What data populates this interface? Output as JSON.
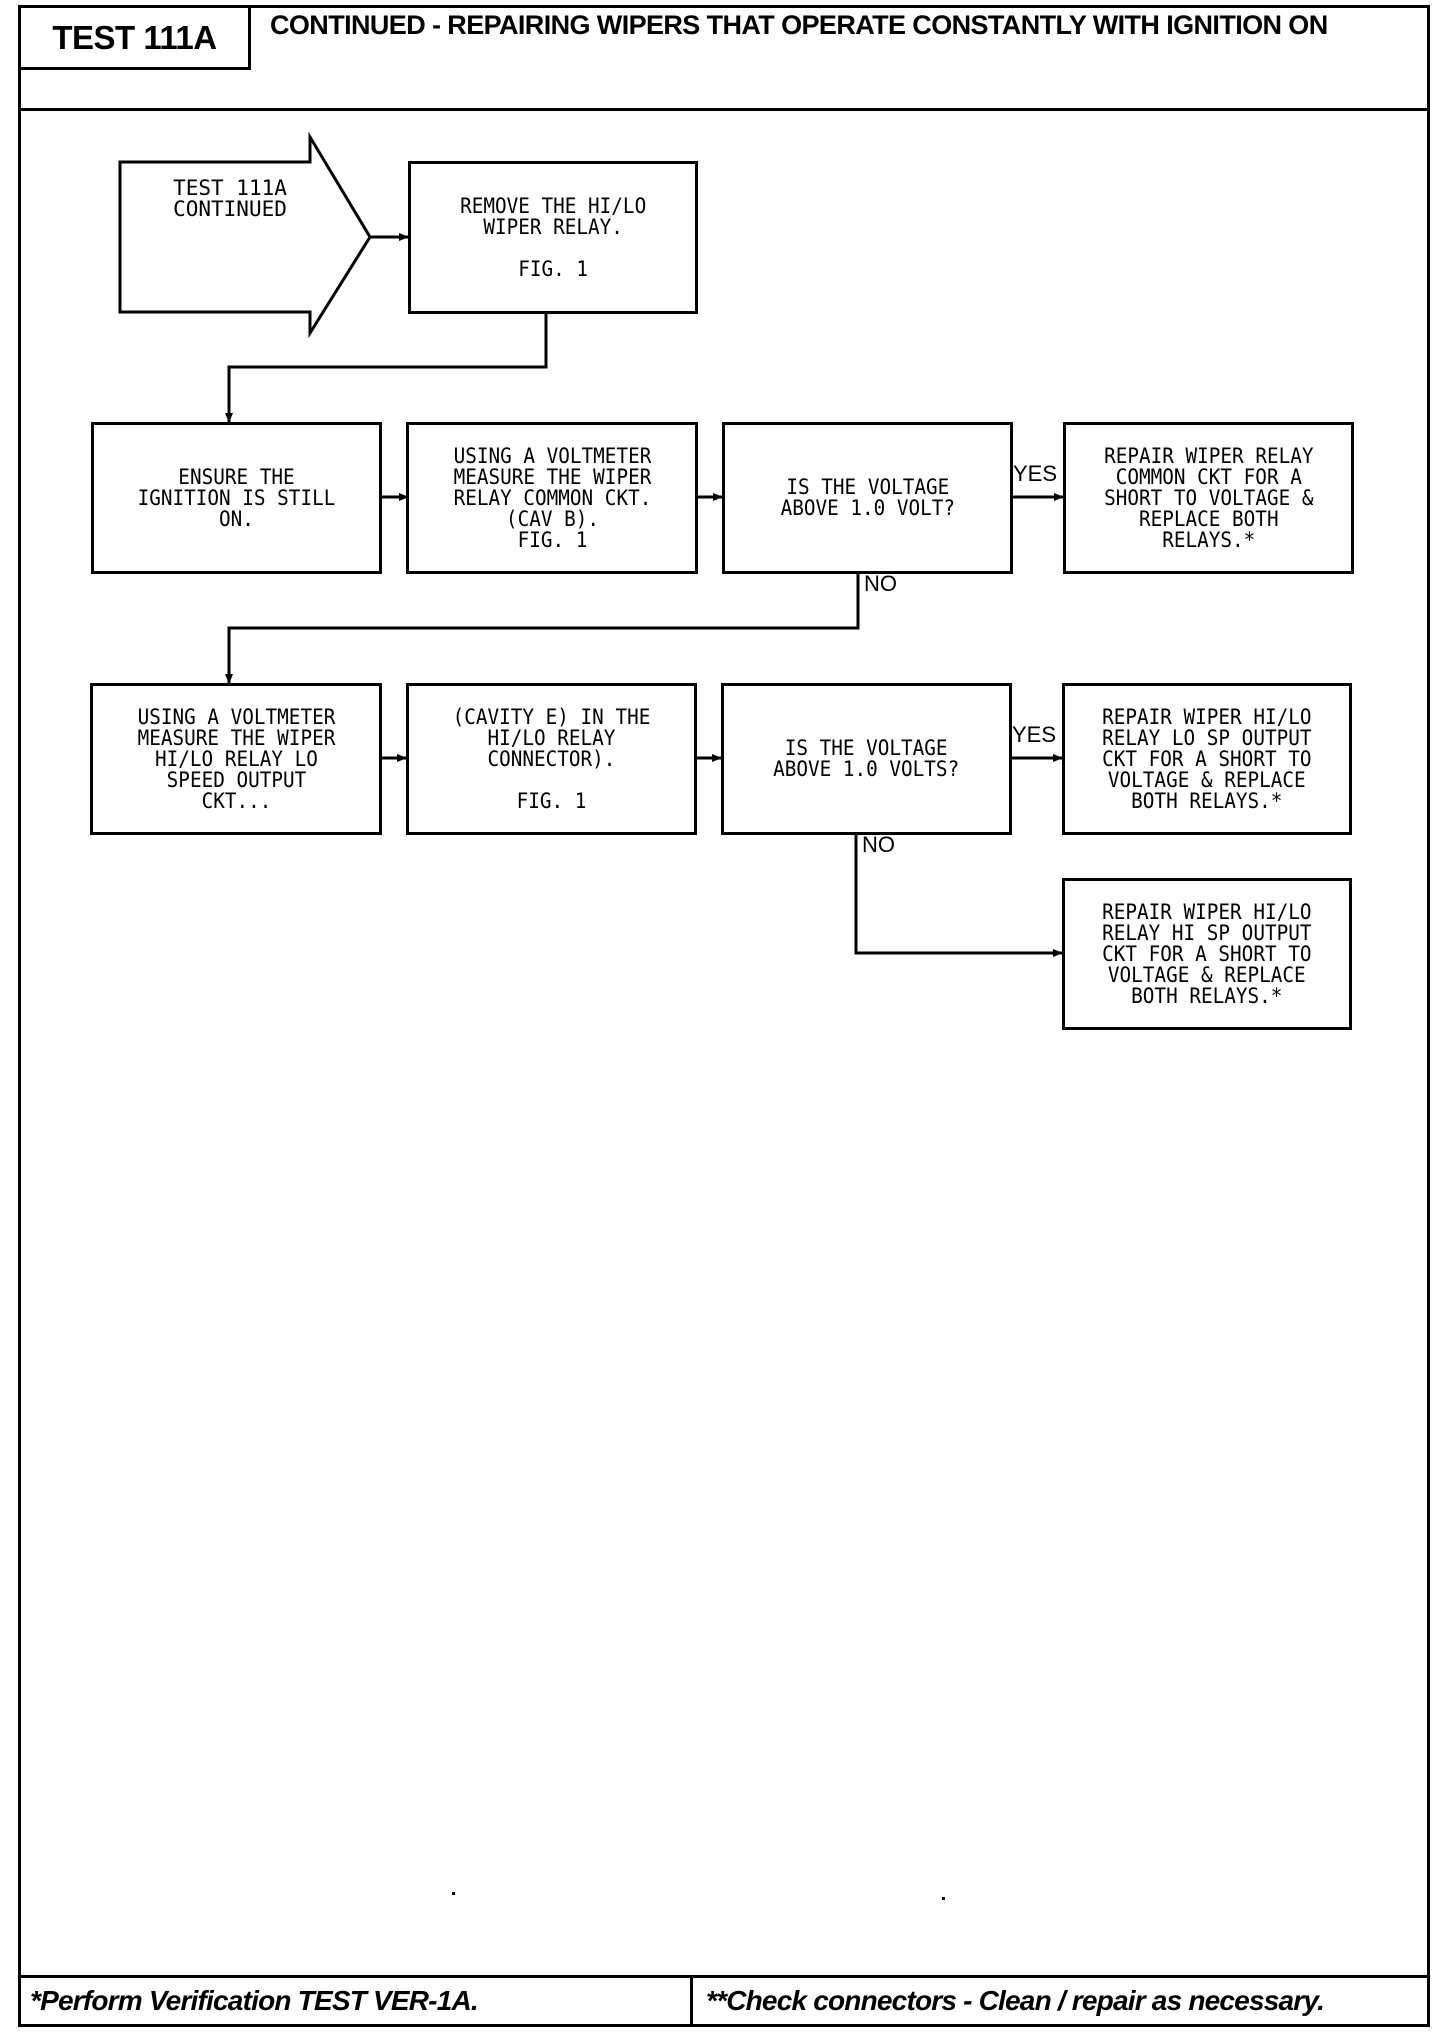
{
  "header": {
    "test_id": "TEST 111A",
    "title": "CONTINUED - REPAIRING WIPERS THAT OPERATE CONSTANTLY WITH IGNITION ON"
  },
  "flowchart": {
    "start": "TEST 111A\nCONTINUED",
    "remove_relay": "REMOVE THE HI/LO\nWIPER RELAY.\n\nFIG. 1",
    "ensure_ignition": "ENSURE THE\nIGNITION IS STILL\nON.",
    "measure_common": "USING A VOLTMETER\nMEASURE THE WIPER\nRELAY COMMON CKT.\n(CAV B).\nFIG. 1",
    "question_1": "IS THE VOLTAGE\nABOVE 1.0 VOLT?",
    "repair_common": "REPAIR WIPER RELAY\nCOMMON CKT FOR A\nSHORT TO VOLTAGE &\nREPLACE BOTH\nRELAYS.*",
    "measure_lo_speed": "USING A VOLTMETER\nMEASURE THE WIPER\nHI/LO RELAY LO\nSPEED OUTPUT\nCKT...",
    "cavity_e": "(CAVITY E) IN THE\nHI/LO RELAY\nCONNECTOR).\n\nFIG. 1",
    "question_2": "IS THE VOLTAGE\nABOVE 1.0 VOLTS?",
    "repair_lo_sp": "REPAIR WIPER HI/LO\nRELAY LO SP OUTPUT\nCKT FOR A SHORT TO\nVOLTAGE & REPLACE\nBOTH RELAYS.*",
    "repair_hi_sp": "REPAIR WIPER HI/LO\nRELAY HI SP OUTPUT\nCKT FOR A SHORT TO\nVOLTAGE & REPLACE\nBOTH RELAYS.*",
    "yes_label": "YES",
    "no_label": "NO"
  },
  "footer": {
    "left": "*Perform Verification TEST VER-1A.",
    "right": "**Check connectors - Clean / repair as necessary."
  }
}
